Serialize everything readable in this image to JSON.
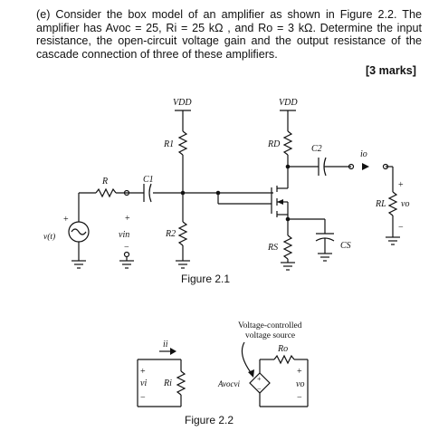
{
  "question": {
    "text": "(e) Consider the box model of an amplifier as shown in Figure 2.2. The amplifier has Avoc = 25, Ri = 25 kΩ , and Ro = 3 kΩ. Determine the input resistance, the open-circuit voltage gain and the output resistance of the cascade connection of three of these amplifiers.",
    "marks": "[3 marks]"
  },
  "figure1": {
    "caption": "Figure 2.1",
    "vdd_left": "VDD",
    "vdd_right": "VDD",
    "r1": "R1",
    "r2": "R2",
    "rd": "RD",
    "rs": "RS",
    "rl": "RL",
    "r": "R",
    "c1": "C1",
    "c2": "C2",
    "cs": "CS",
    "source": "v(t)",
    "vin": "vin",
    "io": "io",
    "vo": "vo",
    "plus": "+",
    "minus": "−"
  },
  "figure2": {
    "caption": "Figure 2.2",
    "source_label_line1": "Voltage-controlled",
    "source_label_line2": "voltage source",
    "ii": "ii",
    "vi": "vi",
    "ri": "Ri",
    "ro": "Ro",
    "avoc_vi": "Avocvi",
    "vo": "vo",
    "plus": "+",
    "minus": "−"
  }
}
